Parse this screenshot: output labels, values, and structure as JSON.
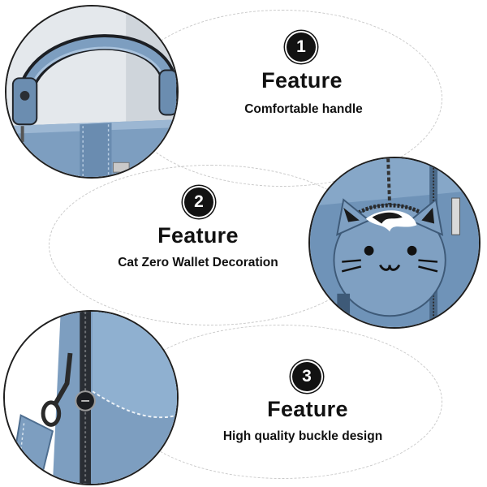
{
  "features": [
    {
      "number": "1",
      "title": "Feature",
      "subtitle": "Comfortable handle",
      "photo_icon": "bag-handle-photo"
    },
    {
      "number": "2",
      "title": "Feature",
      "subtitle": "Cat Zero Wallet Decoration",
      "photo_icon": "cat-coin-wallet-photo"
    },
    {
      "number": "3",
      "title": "Feature",
      "subtitle": "High quality buckle design",
      "photo_icon": "buckle-clasp-photo"
    }
  ],
  "colors": {
    "leather_blue": "#7d9ec0",
    "leather_dark": "#5a7c9f",
    "badge_bg": "#121212",
    "dash": "#c9c9c9"
  }
}
